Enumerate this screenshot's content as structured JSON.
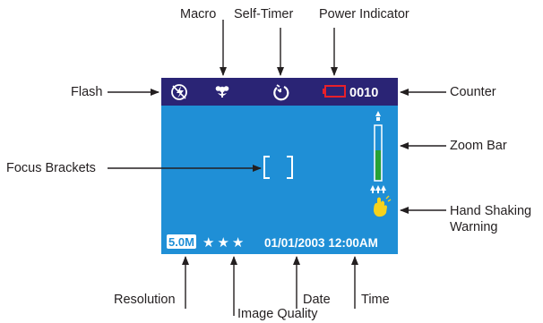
{
  "labels": {
    "macro": "Macro",
    "self_timer": "Self-Timer",
    "power_indicator": "Power Indicator",
    "flash": "Flash",
    "counter": "Counter",
    "zoom_bar": "Zoom Bar",
    "focus_brackets": "Focus Brackets",
    "hand_shaking_warning_line1": "Hand Shaking",
    "hand_shaking_warning_line2": "Warning",
    "resolution": "Resolution",
    "image_quality": "Image Quality",
    "date": "Date",
    "time": "Time"
  },
  "screen": {
    "counter_value": "0010",
    "resolution_value": "5.0M",
    "quality_stars": "★★★",
    "datetime": "01/01/2003 12:00AM",
    "zoom_level": 0.55
  },
  "colors": {
    "screen_bg": "#1f8fd6",
    "top_bar": "#2a2475",
    "battery": "#e8202a",
    "zoom_fill": "#27a235",
    "hand_icon": "#f5d21c",
    "line": "#231f20"
  },
  "icons": [
    "flash-off-icon",
    "macro-flower-icon",
    "self-timer-icon",
    "battery-icon",
    "zoom-bar",
    "hand-shaking-icon"
  ]
}
